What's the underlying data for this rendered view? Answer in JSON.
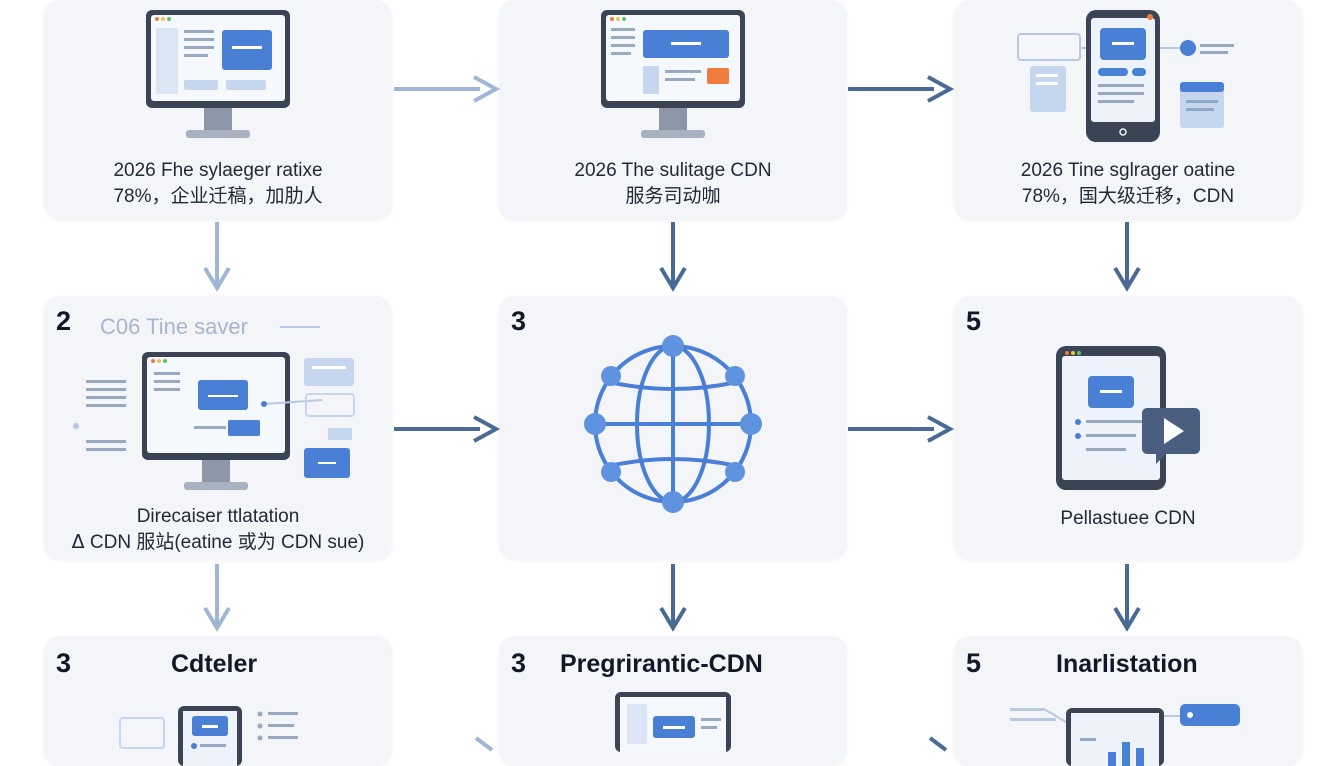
{
  "colors": {
    "card_bg": "#f3f5f9",
    "accent_blue": "#4a7fd6",
    "arrow_dark": "#4a6a96",
    "arrow_light": "#9fb6d6",
    "orange": "#f07b3f"
  },
  "cards": {
    "c1": {
      "line1": "2026 Fhe sylaeger ratixe",
      "line2": "78%，企业迁稿，加肋人"
    },
    "c2": {
      "line1": "2026 The sulitage CDN",
      "line2": "服务司动咖"
    },
    "c3": {
      "line1": "2026 Tine sglrager oatine",
      "line2": "78%，国大级迁移，CDN"
    },
    "c4": {
      "number": "2",
      "faded_title": "C06 Tine saver",
      "line1": "Direcaiser ttlatation",
      "line2": "ᐃ CDN 服站(eatine 或为 CDN sue)"
    },
    "c5": {
      "number": "3"
    },
    "c6": {
      "number": "5",
      "line1": "Pellastuee CDN"
    },
    "c7": {
      "number": "3",
      "title": "Cdteler"
    },
    "c8": {
      "number": "3",
      "title": "Pregrirantic-CDN"
    },
    "c9": {
      "number": "5",
      "title": "Inarlistation"
    }
  },
  "icons": {
    "c1": "desktop-monitor-icon",
    "c2": "desktop-monitor-icon",
    "c3": "smartphone-icon",
    "c4": "desktop-monitor-icon",
    "c5": "globe-network-icon",
    "c6": "tablet-video-icon",
    "c7": "desktop-monitor-icon",
    "c8": "desktop-monitor-icon",
    "c9": "desktop-chart-icon"
  }
}
